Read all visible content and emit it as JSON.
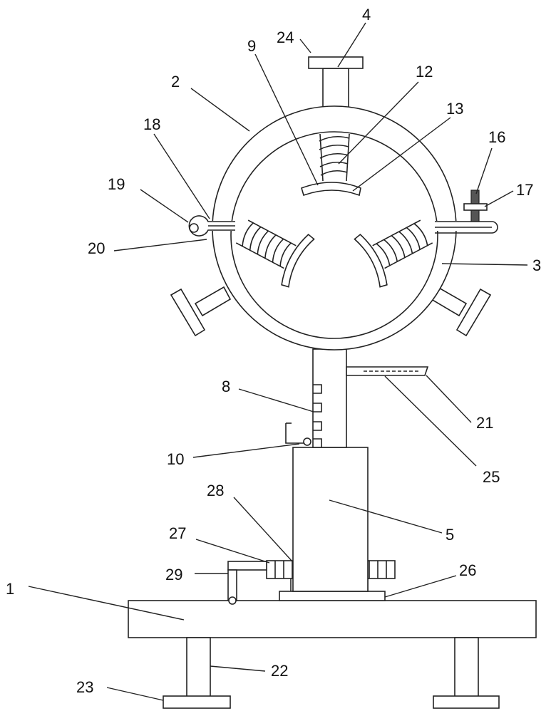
{
  "diagram": {
    "labels": {
      "l1": "1",
      "l2": "2",
      "l3": "3",
      "l4": "4",
      "l5": "5",
      "l8": "8",
      "l9": "9",
      "l10": "10",
      "l12": "12",
      "l13": "13",
      "l16": "16",
      "l17": "17",
      "l18": "18",
      "l19": "19",
      "l20": "20",
      "l21": "21",
      "l22": "22",
      "l23": "23",
      "l24": "24",
      "l25": "25",
      "l26": "26",
      "l27": "27",
      "l28": "28",
      "l29": "29"
    }
  },
  "colors": {
    "stroke": "#222222",
    "background": "#ffffff",
    "bolt": "#555555"
  }
}
